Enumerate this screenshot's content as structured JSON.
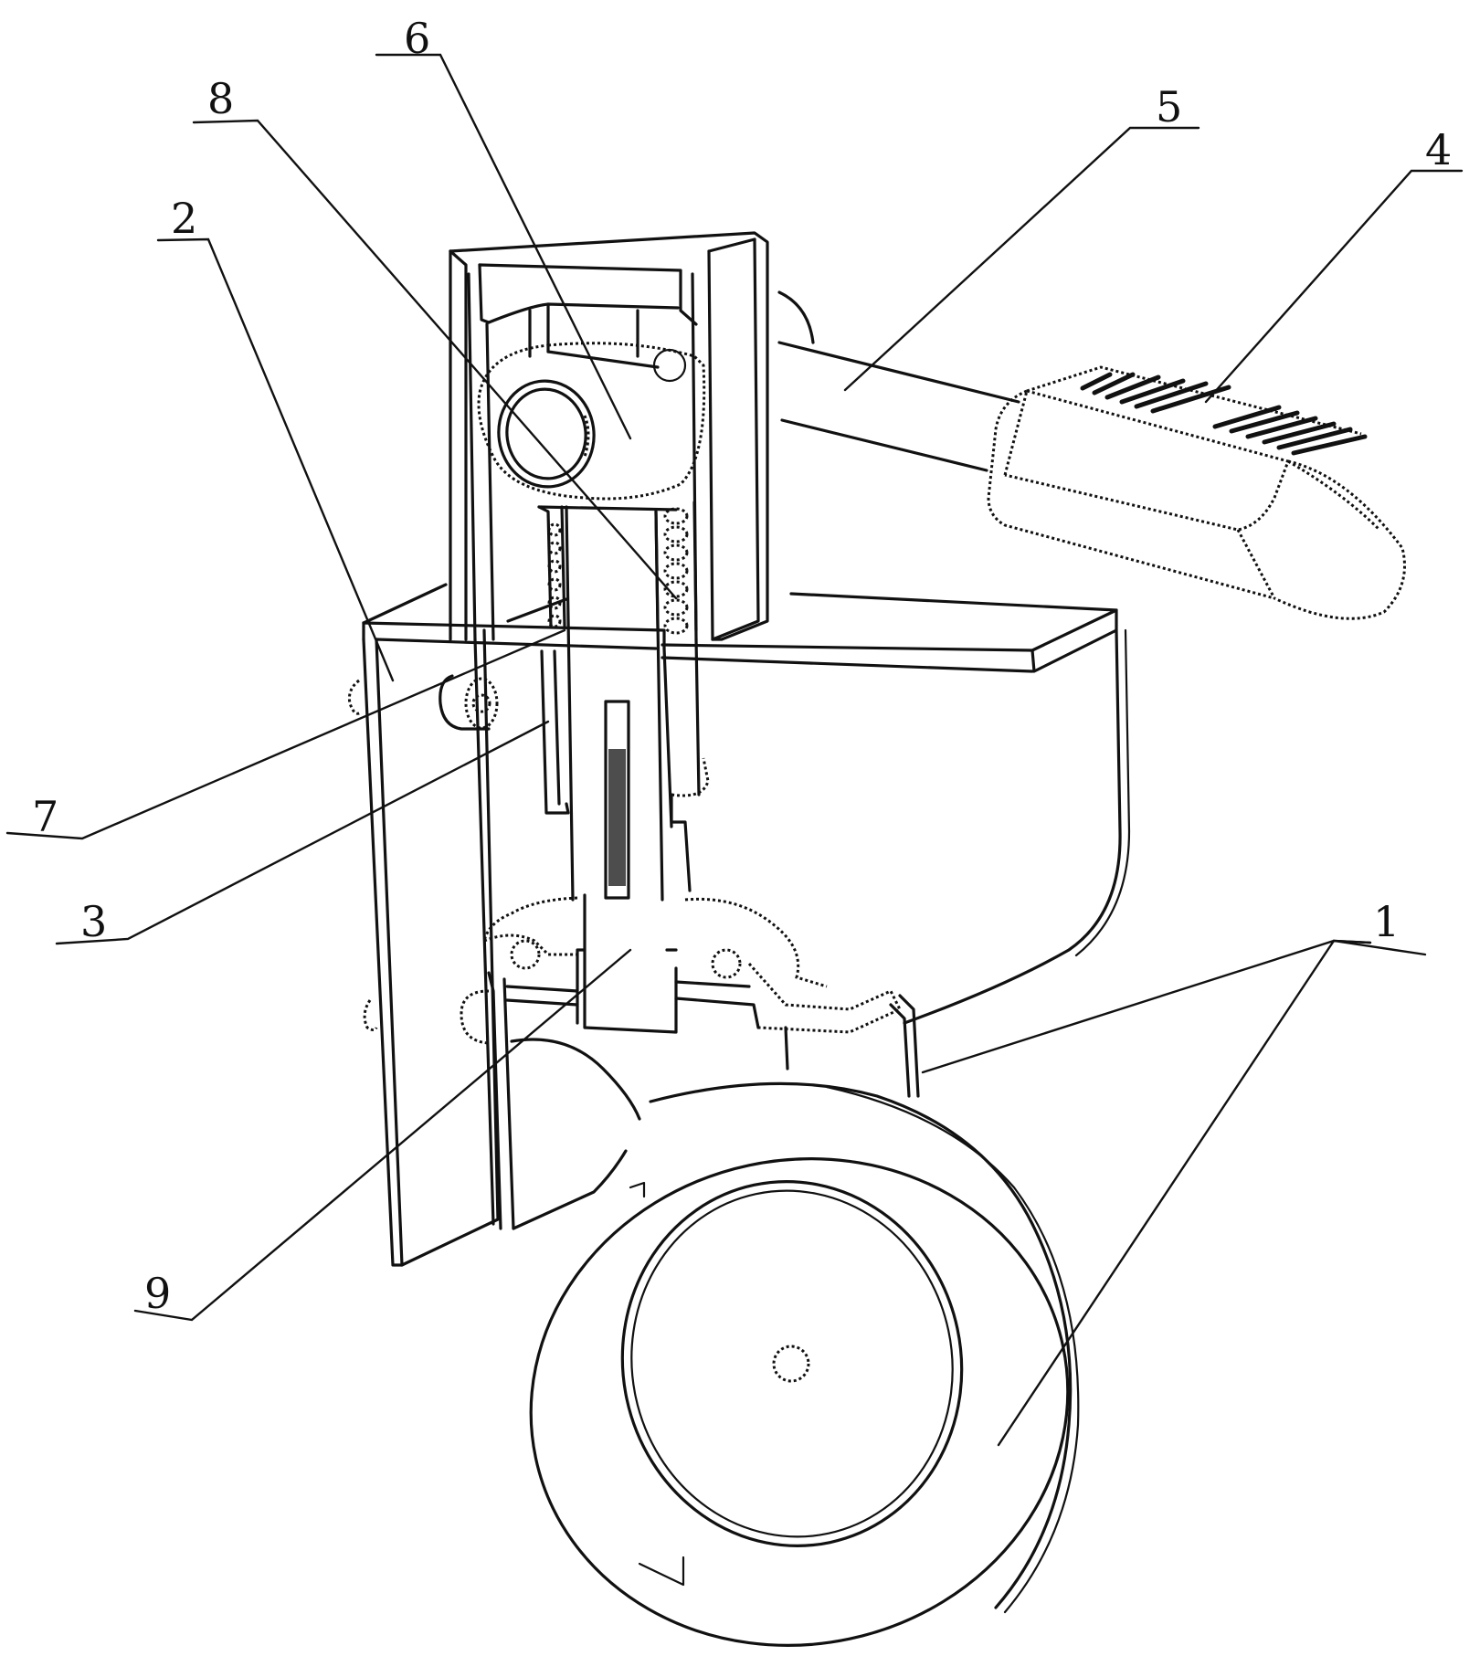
{
  "figure": {
    "type": "patent-line-drawing",
    "colors": {
      "ink": "#111111",
      "background": "#ffffff"
    },
    "callouts": [
      {
        "id": "c1",
        "label": "1"
      },
      {
        "id": "c2",
        "label": "2"
      },
      {
        "id": "c3",
        "label": "3"
      },
      {
        "id": "c4",
        "label": "4"
      },
      {
        "id": "c5",
        "label": "5"
      },
      {
        "id": "c6",
        "label": "6"
      },
      {
        "id": "c7",
        "label": "7"
      },
      {
        "id": "c8",
        "label": "8"
      },
      {
        "id": "c9",
        "label": "9"
      }
    ]
  }
}
